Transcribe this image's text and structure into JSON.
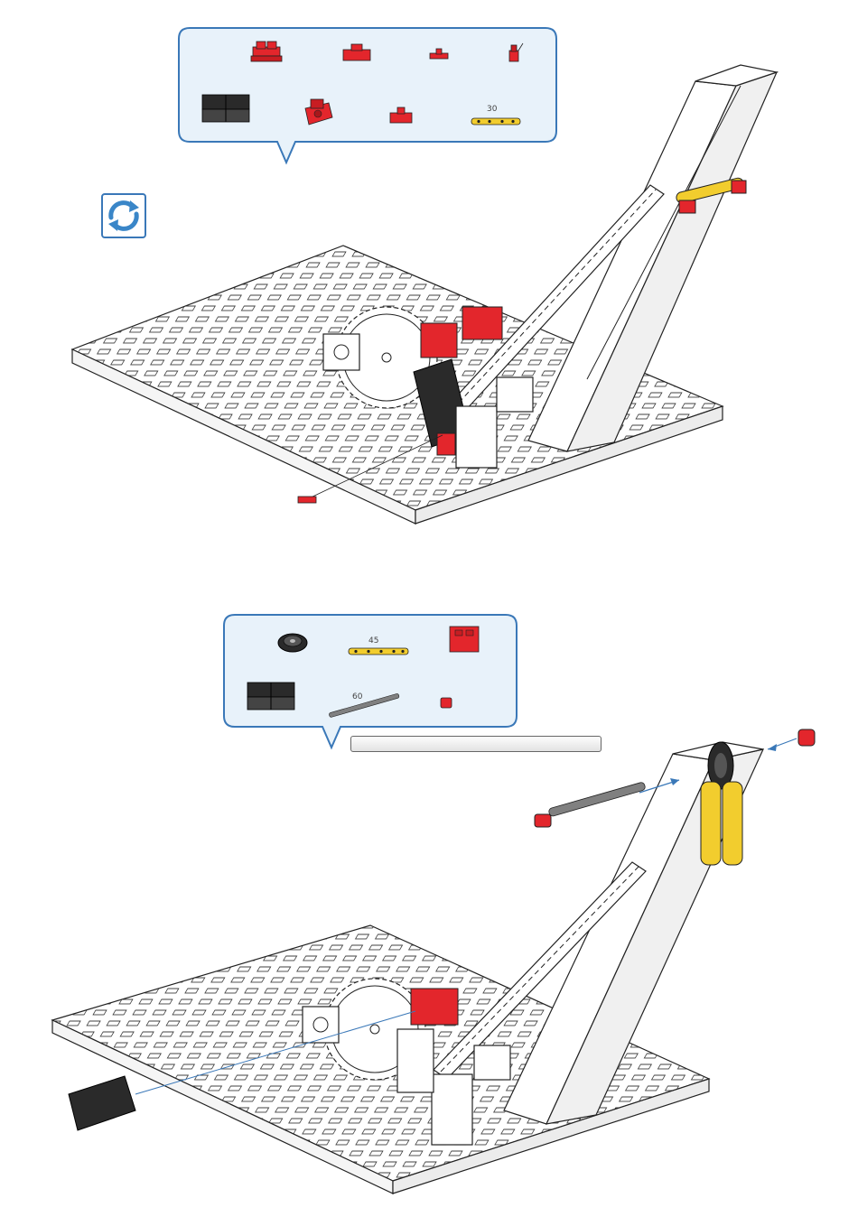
{
  "colors": {
    "callout_border": "#3a78b8",
    "callout_fill": "#e8f2fa",
    "part_red": "#e3262c",
    "part_black": "#2a2a2a",
    "part_yellow": "#f2cd2e",
    "part_gray": "#808080",
    "assembly_outline": "#222222",
    "arrow_blue": "#3a78b8"
  },
  "step1": {
    "parts": [
      {
        "icon": "red-double-connector-icon",
        "label": ""
      },
      {
        "icon": "red-building-block-icon",
        "label": ""
      },
      {
        "icon": "red-small-connector-icon",
        "label": ""
      },
      {
        "icon": "red-lamp-socket-icon",
        "label": ""
      },
      {
        "icon": "black-building-block-icon",
        "label": ""
      },
      {
        "icon": "red-angle-block-icon",
        "label": ""
      },
      {
        "icon": "red-joint-block-icon",
        "label": ""
      },
      {
        "icon": "yellow-strut-icon",
        "label": "30"
      }
    ],
    "rotate_icon": "rotate-view-icon"
  },
  "step2": {
    "parts": [
      {
        "icon": "black-pulley-wheel-icon",
        "label": ""
      },
      {
        "icon": "yellow-strut-icon",
        "label": "45"
      },
      {
        "icon": "red-square-block-icon",
        "label": ""
      },
      {
        "icon": "black-building-block-icon",
        "label": ""
      },
      {
        "icon": "metal-axle-icon",
        "label": "60"
      },
      {
        "icon": "red-hub-nut-icon",
        "label": ""
      }
    ],
    "scale_icon": "axle-length-scale-icon"
  }
}
